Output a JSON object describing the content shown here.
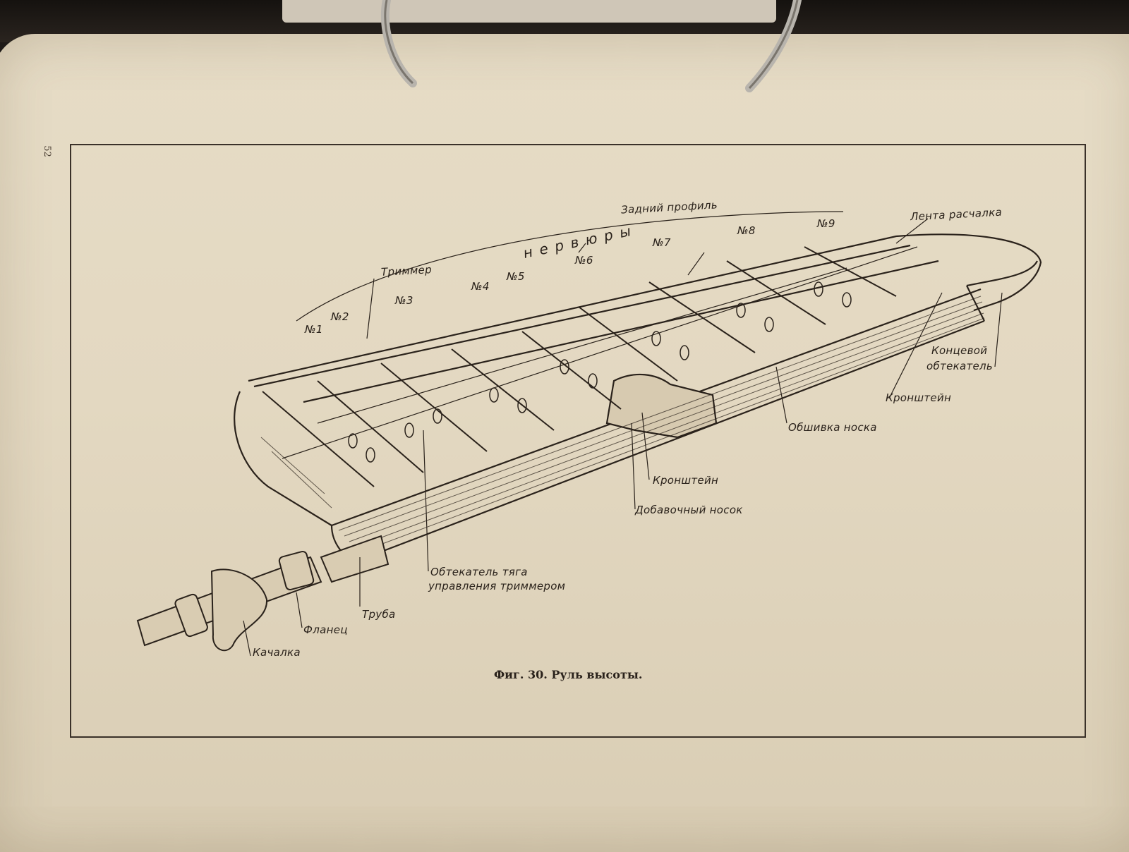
{
  "page": {
    "page_number": "52",
    "caption": "Фиг. 30. Руль высоты."
  },
  "labels": {
    "nervures": "нервюры",
    "rear_profile": "Задний профиль",
    "trimmer": "Триммер",
    "tape": "Лента расчалка",
    "rib1": "№1",
    "rib2": "№2",
    "rib3": "№3",
    "rib4": "№4",
    "rib5": "№5",
    "rib6": "№6",
    "rib7": "№7",
    "rib8": "№8",
    "rib9": "№9",
    "tip_fairing_1": "Концевой",
    "tip_fairing_2": "обтекатель",
    "bracket_right": "Кронштейн",
    "nose_skin": "Обшивка носка",
    "bracket_center": "Кронштейн",
    "extra_nose": "Добавочный носок",
    "rod_fairing_1": "Обтекатель тяга",
    "rod_fairing_2": "управления триммером",
    "tube": "Труба",
    "flange": "Фланец",
    "rocker": "Качалка"
  },
  "colors": {
    "ink": "#2a221b",
    "paper": "#e4d9c3",
    "background": "#1e1a17"
  }
}
